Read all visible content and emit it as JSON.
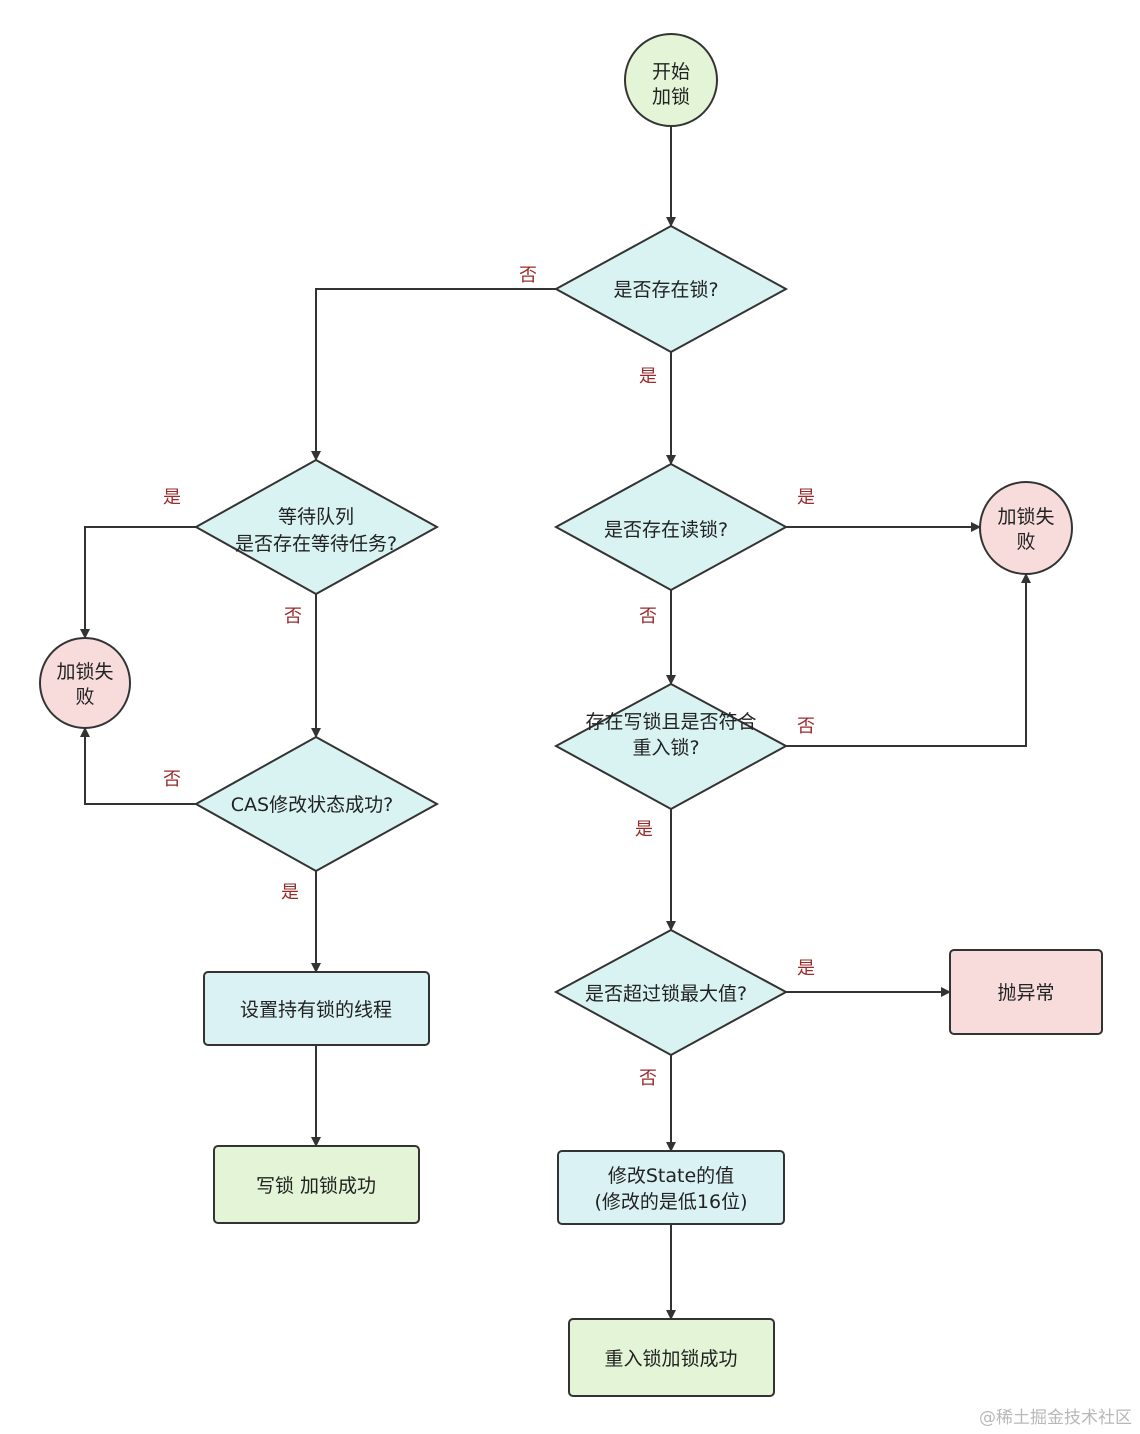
{
  "colors": {
    "start": "#e3f5d6",
    "fail": "#f8dcdc",
    "decision": "#d9f3f3",
    "process": "#dbf2f4",
    "success": "#e3f5d6",
    "error": "#f8dcdc",
    "line": "#333333",
    "label": "#9a2b2b"
  },
  "nodes": {
    "start": {
      "lines": [
        "开始",
        "加锁"
      ]
    },
    "lock_exists": {
      "lines": [
        "是否存在锁?"
      ]
    },
    "wait_queue": {
      "lines": [
        "等待队列",
        "是否存在等待任务?"
      ]
    },
    "fail_left": {
      "lines": [
        "加锁失",
        "败"
      ]
    },
    "cas": {
      "lines": [
        "CAS修改状态成功?"
      ]
    },
    "set_owner": {
      "lines": [
        "设置持有锁的线程"
      ]
    },
    "write_success": {
      "lines": [
        "写锁  加锁成功"
      ]
    },
    "read_lock": {
      "lines": [
        "是否存在读锁?"
      ]
    },
    "fail_right": {
      "lines": [
        "加锁失",
        "败"
      ]
    },
    "write_reentrant": {
      "lines": [
        "存在写锁且是否符合",
        "重入锁?"
      ]
    },
    "exceed_max": {
      "lines": [
        "是否超过锁最大值?"
      ]
    },
    "throw": {
      "lines": [
        "抛异常"
      ]
    },
    "modify_state": {
      "lines": [
        "修改State的值",
        "(修改的是低16位)"
      ]
    },
    "reentrant_success": {
      "lines": [
        "重入锁加锁成功"
      ]
    }
  },
  "edge_labels": {
    "lock_exists_no": "否",
    "lock_exists_yes": "是",
    "wait_queue_yes": "是",
    "wait_queue_no": "否",
    "cas_no": "否",
    "cas_yes": "是",
    "read_lock_yes": "是",
    "read_lock_no": "否",
    "write_reentrant_no": "否",
    "write_reentrant_yes": "是",
    "exceed_max_yes": "是",
    "exceed_max_no": "否"
  },
  "watermark": "@稀土掘金技术社区"
}
